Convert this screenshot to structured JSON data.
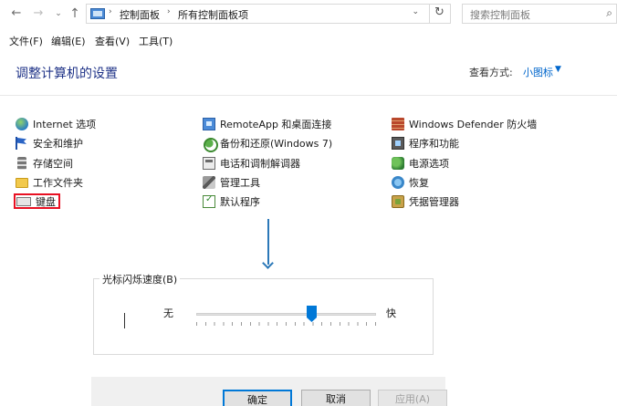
{
  "address_bar": {
    "breadcrumbs": [
      "控制面板",
      "所有控制面板项"
    ],
    "search_placeholder": "搜索控制面板"
  },
  "menu": [
    "文件(F)",
    "编辑(E)",
    "查看(V)",
    "工具(T)"
  ],
  "header": {
    "title": "调整计算机的设置",
    "view_label": "查看方式:",
    "view_value": "小图标"
  },
  "items": {
    "col1": [
      "Internet 选项",
      "安全和维护",
      "存储空间",
      "工作文件夹",
      "键盘"
    ],
    "col2": [
      "RemoteApp 和桌面连接",
      "备份和还原(Windows 7)",
      "电话和调制解调器",
      "管理工具",
      "默认程序"
    ],
    "col3": [
      "Windows Defender 防火墙",
      "程序和功能",
      "电源选项",
      "恢复",
      "凭据管理器"
    ]
  },
  "highlighted_item": "键盘",
  "cursor_blink": {
    "group_label": "光标闪烁速度(B)",
    "min_label": "无",
    "max_label": "快",
    "slider_value_fraction": 0.64
  },
  "buttons": {
    "ok": "确定",
    "cancel": "取消",
    "apply": "应用(A)"
  },
  "colors": {
    "title": "#1e3287",
    "link": "#0066cc",
    "highlight_border": "#e81123",
    "accent": "#0078d7",
    "arrow": "#2b78b8"
  }
}
